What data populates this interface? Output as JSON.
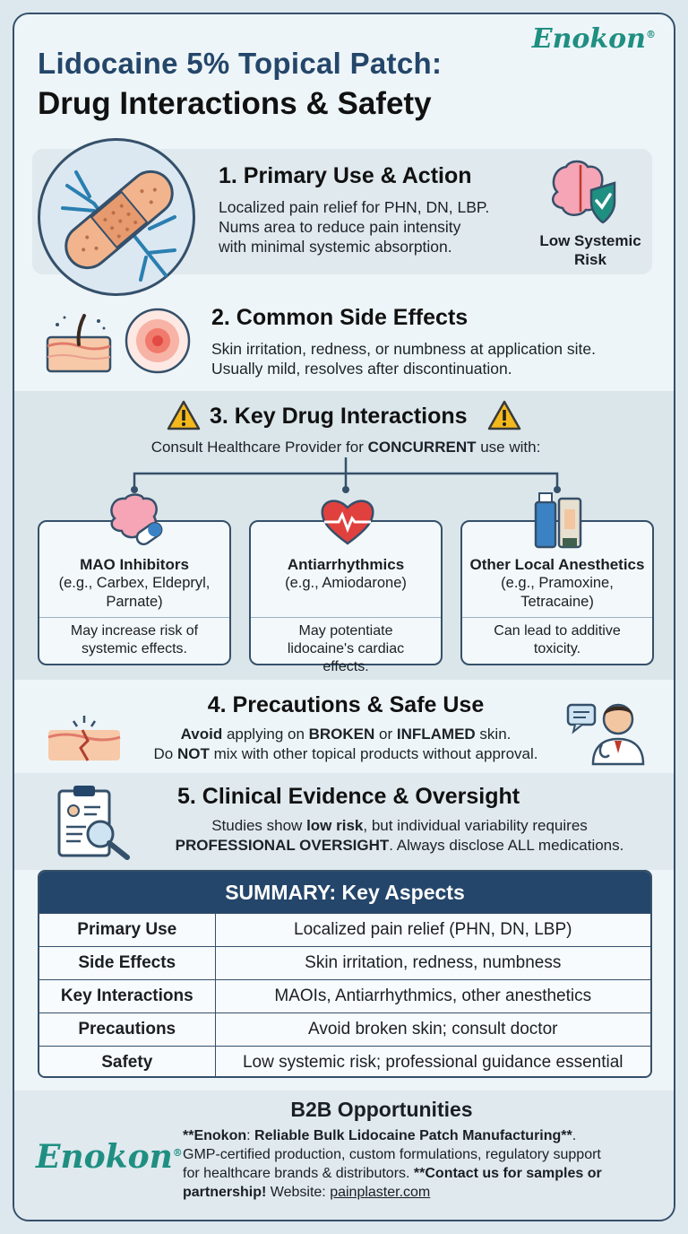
{
  "brand": "Enokon",
  "brand_mark": "®",
  "title": {
    "line1": "Lidocaine 5% Topical Patch:",
    "line2": "Drug Interactions & Safety"
  },
  "section1": {
    "heading": "1. Primary Use & Action",
    "text_line1": "Localized pain relief for PHN, DN, LBP.",
    "text_line2": "Nums area to reduce pain intensity",
    "text_line3": "with minimal systemic absorption.",
    "badge_line1": "Low Systemic",
    "badge_line2": "Risk"
  },
  "section2": {
    "heading": "2. Common Side Effects",
    "text_line1": "Skin irritation, redness, or numbness at application site.",
    "text_line2": "Usually mild, resolves after discontinuation."
  },
  "section3": {
    "heading": "3. Key Drug Interactions",
    "subtitle_pre": "Consult Healthcare Provider for ",
    "subtitle_bold": "CONCURRENT",
    "subtitle_post": " use with:",
    "cards": [
      {
        "title": "MAO Inhibitors",
        "eg_line1": "(e.g., Carbex, Eldepryl,",
        "eg_line2": "Parnate)",
        "effect_line1": "May increase risk of",
        "effect_line2": "systemic effects.",
        "effect_line3": ""
      },
      {
        "title": "Antiarrhythmics",
        "eg_line1": "(e.g., Amiodarone)",
        "eg_line2": "",
        "effect_line1": "May potentiate",
        "effect_line2": "lidocaine's cardiac",
        "effect_line3": "effects."
      },
      {
        "title": "Other Local Anesthetics",
        "eg_line1": "(e.g., Pramoxine,",
        "eg_line2": "Tetracaine)",
        "effect_line1": "Can lead to additive",
        "effect_line2": "toxicity.",
        "effect_line3": ""
      }
    ]
  },
  "section4": {
    "heading": "4. Precautions & Safe Use",
    "l1_b1": "Avoid",
    "l1_t1": " applying on ",
    "l1_b2": "BROKEN",
    "l1_t2": " or ",
    "l1_b3": "INFLAMED",
    "l1_t3": " skin.",
    "l2_t1": "Do ",
    "l2_b1": "NOT",
    "l2_t2": " mix with other topical products without approval."
  },
  "section5": {
    "heading": "5. Clinical Evidence & Oversight",
    "l1_t1": "Studies show ",
    "l1_b1": "low risk",
    "l1_t2": ", but individual variability requires",
    "l2_b1": "PROFESSIONAL OVERSIGHT",
    "l2_t1": ". Always disclose ALL medications."
  },
  "summary": {
    "heading": "SUMMARY: Key Aspects",
    "rows": [
      {
        "key": "Primary Use",
        "value": "Localized pain relief (PHN, DN, LBP)"
      },
      {
        "key": "Side Effects",
        "value": "Skin irritation, redness, numbness"
      },
      {
        "key": "Key Interactions",
        "value": "MAOIs, Antiarrhythmics, other anesthetics"
      },
      {
        "key": "Precautions",
        "value": "Avoid broken skin; consult doctor"
      },
      {
        "key": "Safety",
        "value": "Low systemic risk; professional guidance essential"
      }
    ]
  },
  "b2b": {
    "heading": "B2B Opportunities",
    "l1_b": "**Enokon",
    "l1_t": ": ",
    "l1_b2": "Reliable Bulk Lidocaine Patch Manufacturing**",
    "l1_t2": ".",
    "l2": "GMP-certified production, custom formulations, regulatory support",
    "l3_t": "for healthcare brands & distributors. ",
    "l3_b": "**Contact us for samples or",
    "l4_b": "partnership!",
    "l4_t": " Website: ",
    "l4_link": "painplaster.com"
  },
  "colors": {
    "navy": "#24466a",
    "teal_brand": "#1f8f82",
    "warning": "#f3b81c",
    "heart_red": "#e0413e"
  },
  "icons": [
    "bandage-nerve-icon",
    "brain-shield-icon",
    "skin-layer-icon",
    "redness-target-icon",
    "warning-icon",
    "brain-pill-icon",
    "heart-pulse-icon",
    "ointment-tubes-icon",
    "broken-skin-icon",
    "doctor-icon",
    "clipboard-magnifier-icon"
  ]
}
